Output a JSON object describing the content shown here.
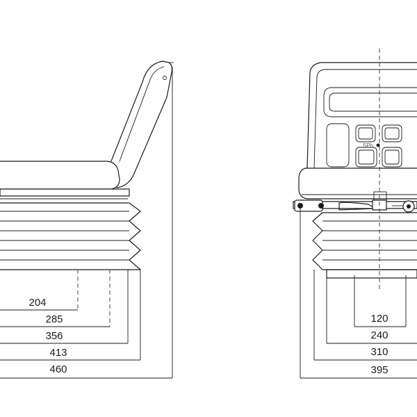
{
  "side_view": {
    "dimensions": [
      "204",
      "285",
      "356",
      "413",
      "460"
    ]
  },
  "front_view": {
    "dimensions": [
      "120",
      "240",
      "310",
      "395"
    ]
  },
  "logo_text": "SPh"
}
